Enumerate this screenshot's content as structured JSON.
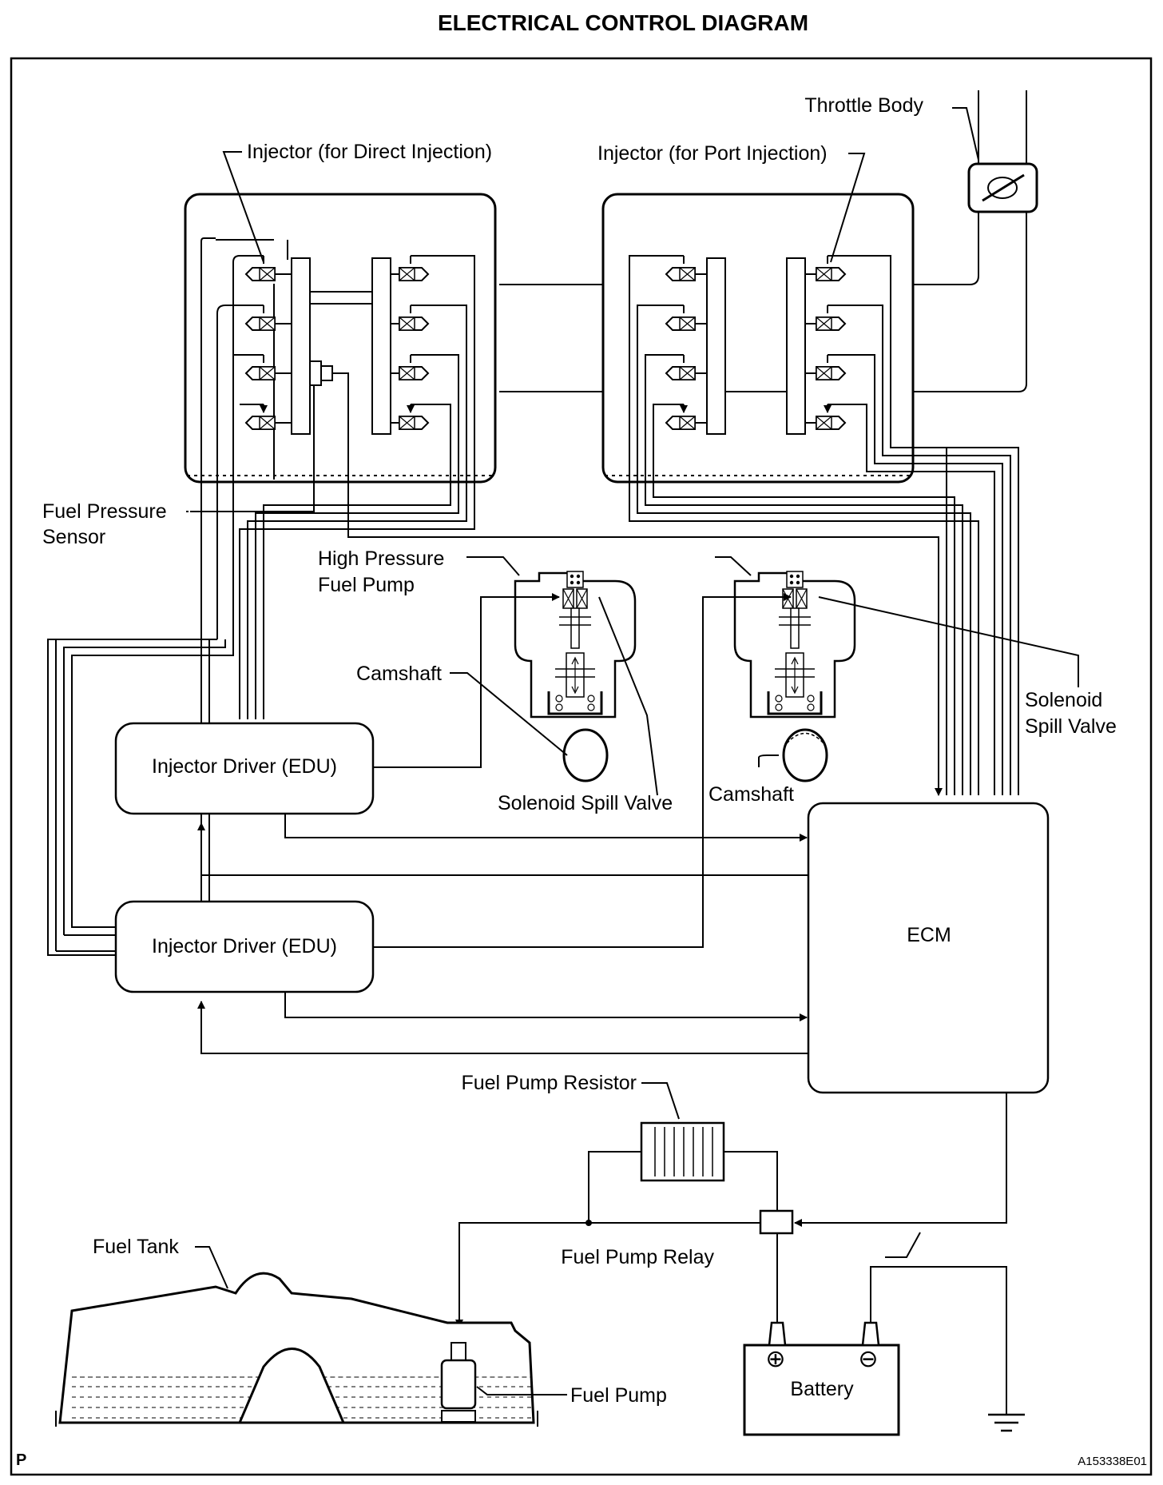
{
  "title": "ELECTRICAL CONTROL DIAGRAM",
  "labels": {
    "throttle_body": "Throttle Body",
    "injector_direct": "Injector (for Direct Injection)",
    "injector_port": "Injector (for Port Injection)",
    "fuel_pressure_sensor_1": "Fuel Pressure",
    "fuel_pressure_sensor_2": "Sensor",
    "hp_pump_1": "High Pressure",
    "hp_pump_2": "Fuel Pump",
    "camshaft_left": "Camshaft",
    "camshaft_right": "Camshaft",
    "spill_valve_left": "Solenoid Spill Valve",
    "spill_valve_right_1": "Solenoid",
    "spill_valve_right_2": "Spill Valve",
    "edu_upper": "Injector Driver (EDU)",
    "edu_lower": "Injector Driver (EDU)",
    "ecm": "ECM",
    "fuel_pump_resistor": "Fuel Pump Resistor",
    "fuel_pump_relay": "Fuel Pump Relay",
    "fuel_tank": "Fuel Tank",
    "fuel_pump": "Fuel Pump",
    "battery": "Battery",
    "battery_plus": "⊕",
    "battery_minus": "⊖"
  },
  "footer": {
    "page_mark": "P",
    "figure_code": "A153338E01"
  }
}
